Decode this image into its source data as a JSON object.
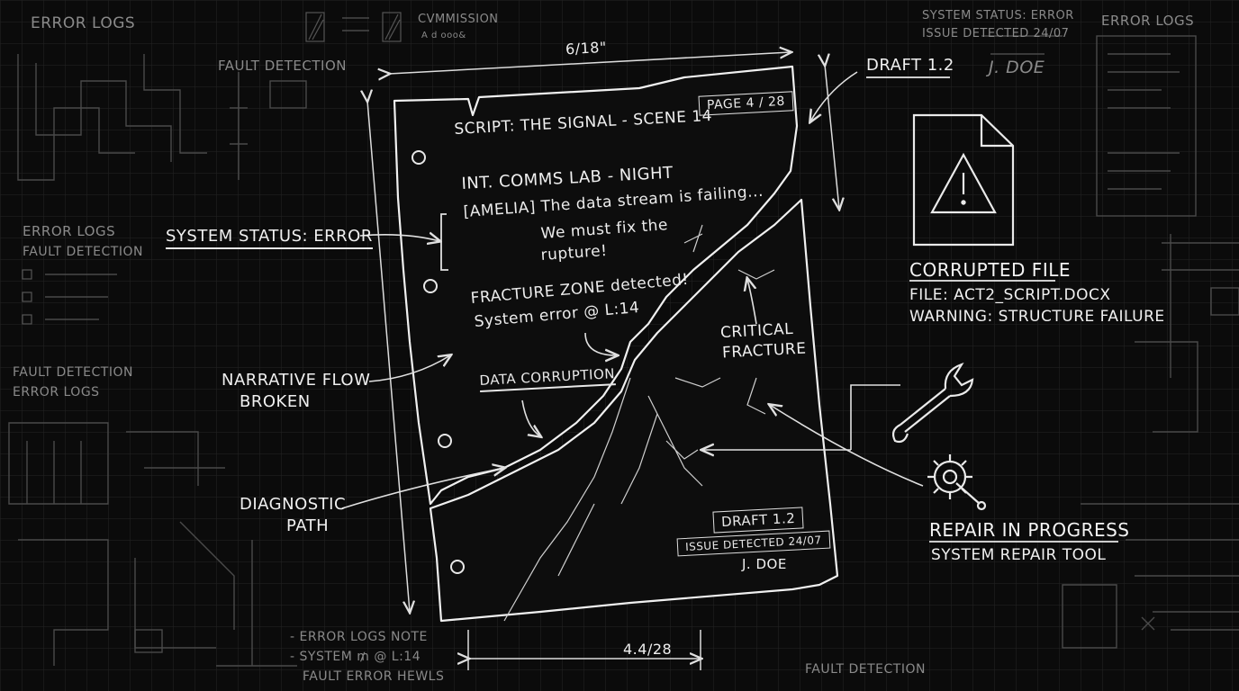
{
  "background_labels": {
    "top_left_error_logs": "ERROR LOGS",
    "top_left_fault_detection": "FAULT DETECTION",
    "top_commission": "CVMMISSION",
    "top_commission_sub": "A  d  ooo&",
    "top_right_status": "SYSTEM STATUS: ERROR",
    "top_right_issue": "ISSUE DETECTED 24/07",
    "top_right_error_logs": "ERROR LOGS",
    "top_right_signature": "J. DOE",
    "left_error_logs": "ERROR LOGS",
    "left_fault_detection": "FAULT DETECTION",
    "left_fault_detection_2": "FAULT DETECTION",
    "left_error_logs_2": "ERROR LOGS",
    "bottom_right_fault": "FAULT DETECTION",
    "note_line_1": "- ERROR LOGS NOTE",
    "note_line_2": "- SYSTEM ₥ @ L:14",
    "note_line_3": "FAULT  ERROR HEWLS"
  },
  "dimensions": {
    "top": "6/18\"",
    "bottom": "4.4/28"
  },
  "document": {
    "header": "SCRIPT: THE SIGNAL - SCENE 14",
    "page": "PAGE 4 / 28",
    "scene_heading": "INT. COMMS LAB - NIGHT",
    "dialogue_line_1": "[AMELIA] The data stream is failing...",
    "dialogue_line_2": "We must fix the",
    "dialogue_line_3": "rupture!",
    "fracture_line_1": "FRACTURE ZONE detected!",
    "fracture_line_2": "System error @ L:14",
    "data_corruption": "DATA CORRUPTION",
    "critical_1": "CRITICAL",
    "critical_2": "FRACTURE",
    "stamp_draft": "DRAFT 1.2",
    "stamp_issue": "ISSUE DETECTED 24/07",
    "stamp_signature": "J. DOE"
  },
  "annotations": {
    "draft": "DRAFT 1.2",
    "system_status": "SYSTEM STATUS: ERROR",
    "narrative_1": "NARRATIVE FLOW",
    "narrative_2": "BROKEN",
    "diagnostic_1": "DIAGNOSTIC",
    "diagnostic_2": "PATH"
  },
  "corrupted_file": {
    "title": "CORRUPTED FILE",
    "file": "FILE: ACT2_SCRIPT.DOCX",
    "warning": "WARNING: STRUCTURE FAILURE"
  },
  "repair": {
    "title": "REPAIR IN PROGRESS",
    "subtitle": "SYSTEM REPAIR TOOL"
  },
  "icons": [
    "warning-file-icon",
    "wrench-icon",
    "gear-wrench-icon",
    "binder-hole-icon"
  ],
  "colors": {
    "background": "#0b0b0b",
    "chalk": "#e8e8e8",
    "grid": "#2a2a2a",
    "faint": "#8a8a8a"
  }
}
